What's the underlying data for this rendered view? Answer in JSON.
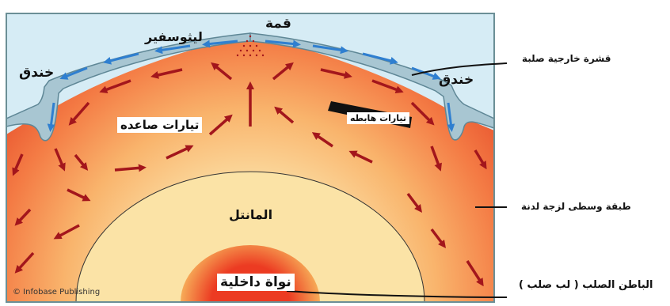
{
  "labels": {
    "lithosphere": "ليثوسفير",
    "crest": "قمة",
    "trench_left": "خندق",
    "trench_right": "خندق",
    "rising_currents": "تيارات صاعده",
    "sinking_currents": "تيارات هابطه",
    "mantle": "المانتل",
    "inner_core": "نواة داخلية",
    "outer_crust": "قشرة خارجية صلبة",
    "middle_layer": "طبقة وسطى لزجة لدنة",
    "solid_interior": "الباطن الصلب ( لب صلب )",
    "credit": "© Infobase Publishing"
  },
  "colors": {
    "sky": "#d6ecf5",
    "crust": "#a8c6d2",
    "crust_edge": "#5f8796",
    "mantle_outer": "#f26a38",
    "mantle_mid": "#f7a65a",
    "mantle_inner": "#fbe3a6",
    "core": "#f04a2a",
    "arrow": "#a3161c",
    "blue_arrow": "#2f7fd0"
  }
}
